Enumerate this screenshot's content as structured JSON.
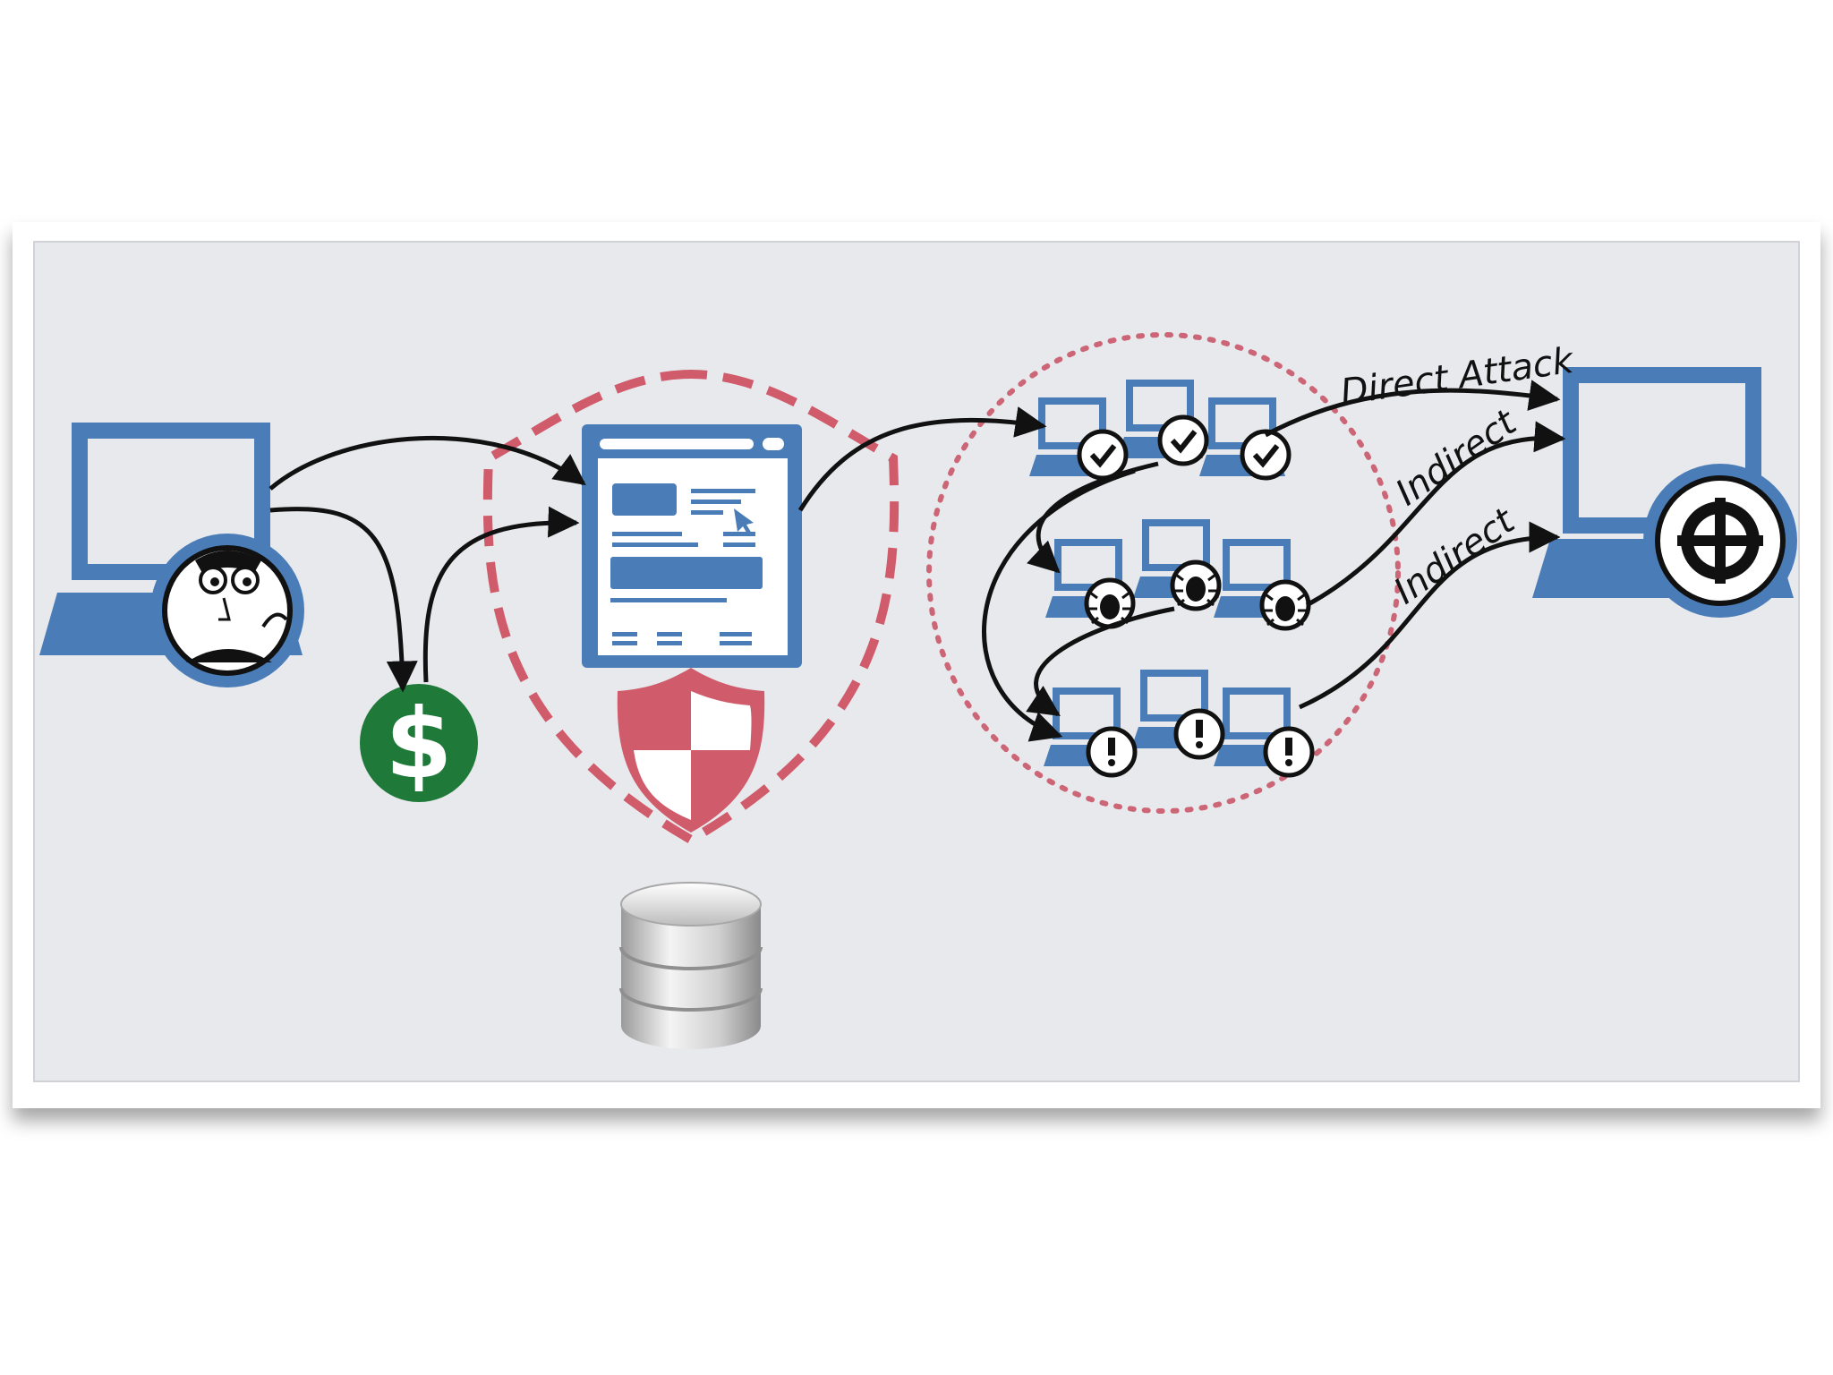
{
  "diagram": {
    "labels": {
      "direct_attack": "Direct Attack",
      "indirect_1": "Indirect",
      "indirect_2": "Indirect"
    },
    "icons": {
      "attacker": "attacker-laptop-icon",
      "money": "dollar-coin-icon",
      "website": "web-page-icon",
      "security": "security-shield-icon",
      "database": "database-icon",
      "botnet": "botnet-cluster",
      "target": "target-crosshair-icon"
    },
    "colors": {
      "background": "#e8e9ed",
      "blue": "#4a7db8",
      "shield_red": "#cf5b6b",
      "dots": "#cc6677",
      "money_green": "#1f7a3a",
      "arrow": "#111111"
    }
  }
}
